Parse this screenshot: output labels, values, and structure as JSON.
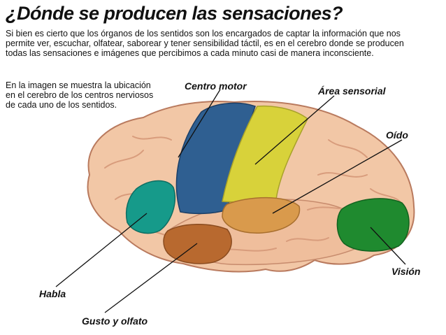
{
  "title": "¿Dónde se producen las sensaciones?",
  "intro": "Si bien es cierto que los órganos de los sentidos son los encargados de captar la información que nos permite ver, escuchar, olfatear, saborear y tener sensibilidad táctil, es en el cerebro donde se producen todas las sensaciones e imágenes que percibimos a cada minuto casi de manera inconsciente.",
  "caption": "En la imagen se muestra la ubicación en el cerebro de los centros nerviosos de cada uno de los sentidos.",
  "labels": {
    "centro_motor": "Centro motor",
    "area_sensorial": "Área sensorial",
    "oido": "Oído",
    "vision": "Visión",
    "habla": "Habla",
    "gusto_olfato": "Gusto y olfato"
  },
  "colors": {
    "brain": "#f2c7a6",
    "brain_fold": "#d89c7c",
    "motor": "#2f5f91",
    "sensory": "#d8d23a",
    "hearing": "#d99a4c",
    "vision": "#1f8a2f",
    "speech": "#169a8a",
    "taste_smell": "#b8692f"
  }
}
